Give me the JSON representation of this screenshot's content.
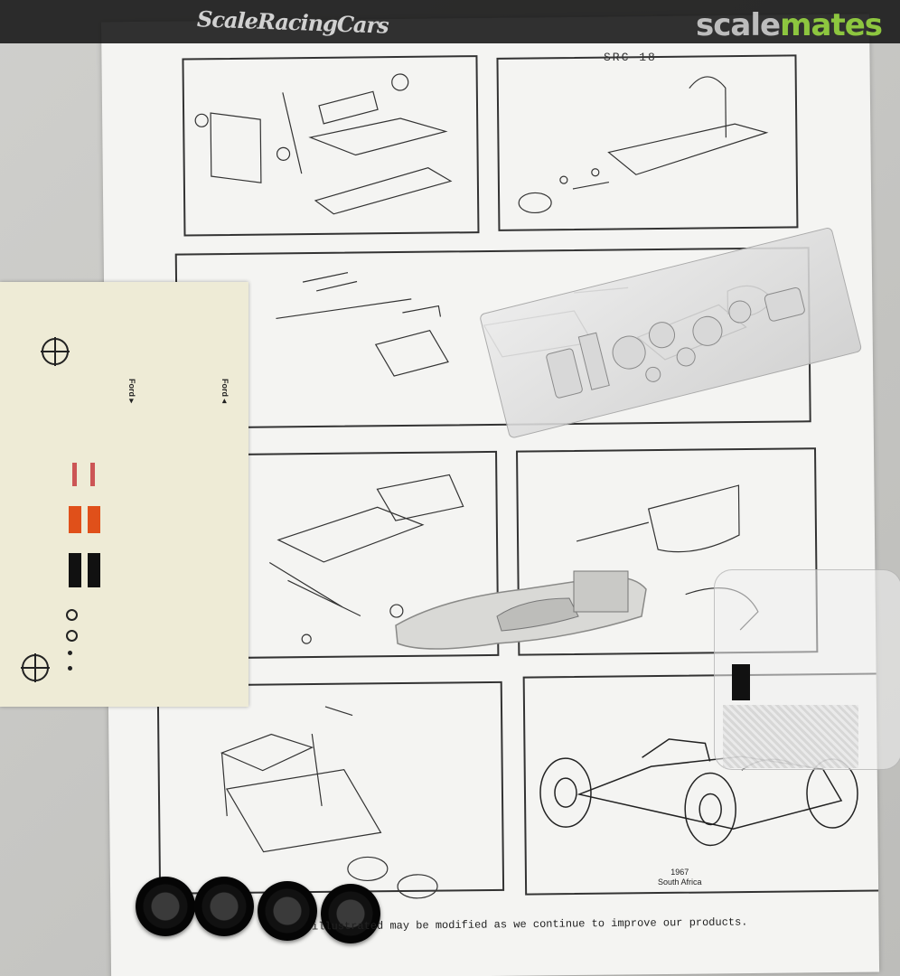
{
  "watermark": {
    "part1": "scale",
    "part2": "mates",
    "color_grey": "#bdbdbd",
    "color_green": "#8dc63f"
  },
  "sheet": {
    "brand": "ScaleRacingCars",
    "brand_subtitle": "",
    "kit_code": "SRC 18",
    "car_caption_line1": "1967",
    "car_caption_line2": "South Africa",
    "footer_text": "illustrated may be modified as we continue to improve our products."
  },
  "decal_sheet": {
    "text_left": "Ford ▸",
    "text_right": "Ford ◂",
    "background": "#eeebd6"
  },
  "colors": {
    "orange": "#e0501a",
    "black": "#111111",
    "sheet": "#f4f4f2"
  }
}
